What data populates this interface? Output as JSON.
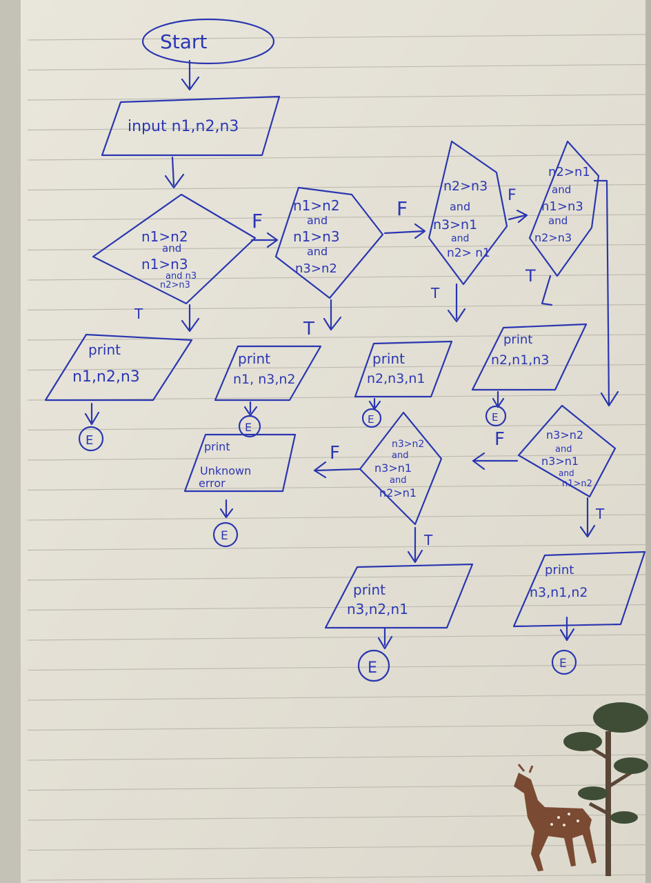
{
  "flowchart": {
    "start_label": "Start",
    "input_label": "input n1,n2,n3",
    "decision1": [
      "n1>n2",
      "and",
      "n1>n3",
      "and n3",
      "n2>n3"
    ],
    "decision2": [
      "n1>n2",
      "and",
      "n1>n3",
      "and",
      "n3>n2"
    ],
    "decision3": [
      "n2>n3",
      "and",
      "n3>n1",
      "and",
      "n2> n1"
    ],
    "decision4": [
      "n2>n1",
      "and",
      "n1>n3",
      "and",
      "n2>n3"
    ],
    "decision5": [
      "n3>n2",
      "and",
      "n3>n1",
      "and",
      "n1>n2"
    ],
    "decision6": [
      "n3>n2",
      "and",
      "n3>n1",
      "and",
      "n2>n1"
    ],
    "print1": [
      "print",
      "n1,n2,n3"
    ],
    "print2": [
      "print",
      "n1, n3,n2"
    ],
    "print3": [
      "print",
      "n2,n3,n1"
    ],
    "print4": [
      "print",
      "n2,n1,n3"
    ],
    "print5": [
      "print",
      "n3,n2,n1"
    ],
    "print6": [
      "print",
      "n3,n1,n2"
    ],
    "print_error": [
      "print",
      "Unknown",
      "error"
    ],
    "end_label": "E",
    "true_label": "T",
    "false_label": "F"
  }
}
